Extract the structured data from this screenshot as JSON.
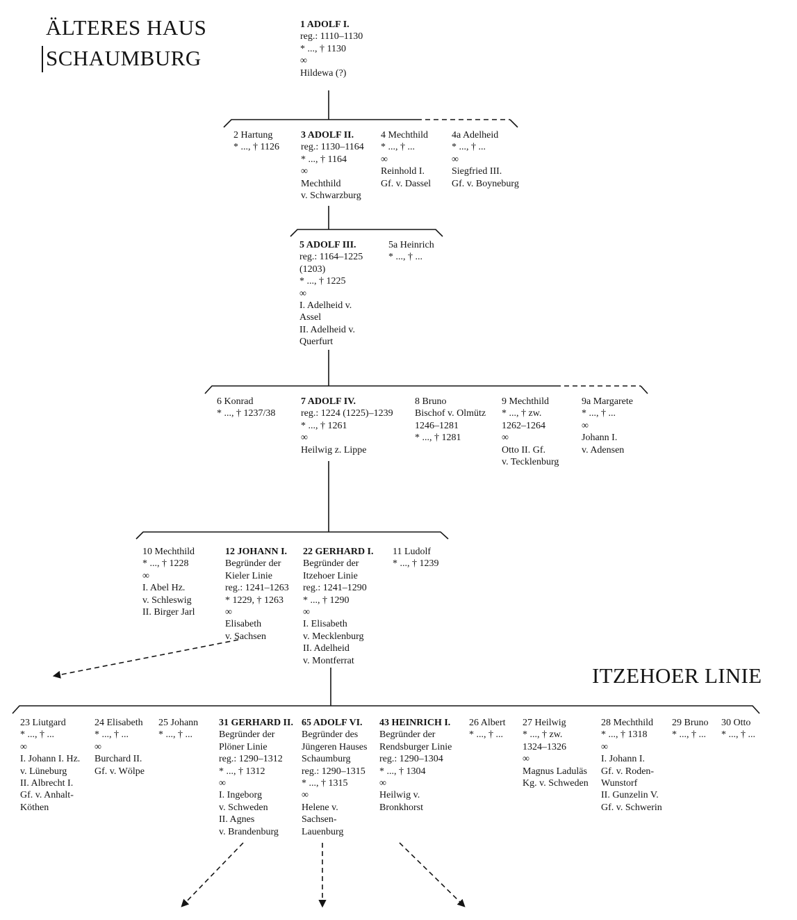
{
  "title": {
    "line1": "ÄLTERES HAUS",
    "line2": "SCHAUMBURG"
  },
  "section_title": "ITZEHOER LINIE",
  "people": [
    {
      "id": "p1",
      "name": "1 ADOLF I.",
      "ruler": true,
      "lines": [
        "reg.: 1110–1130",
        "* ..., † 1130",
        "∞",
        "Hildewa (?)"
      ]
    },
    {
      "id": "p2",
      "name": "2 Hartung",
      "ruler": false,
      "lines": [
        "* ..., † 1126"
      ]
    },
    {
      "id": "p3",
      "name": "3 ADOLF II.",
      "ruler": true,
      "lines": [
        "reg.: 1130–1164",
        "* ..., † 1164",
        "∞",
        "Mechthild",
        "v. Schwarzburg"
      ]
    },
    {
      "id": "p4",
      "name": "4 Mechthild",
      "ruler": false,
      "lines": [
        "* ..., † ...",
        "∞",
        "Reinhold I.",
        "Gf. v. Dassel"
      ]
    },
    {
      "id": "p4a",
      "name": "4a Adelheid",
      "ruler": false,
      "lines": [
        "* ..., † ...",
        "∞",
        "Siegfried III.",
        "Gf. v. Boyneburg"
      ]
    },
    {
      "id": "p5",
      "name": "5 ADOLF III.",
      "ruler": true,
      "lines": [
        "reg.: 1164–1225",
        "(1203)",
        "* ..., † 1225",
        "∞",
        "I. Adelheid v.",
        "Assel",
        "II. Adelheid v.",
        "Querfurt"
      ]
    },
    {
      "id": "p5a",
      "name": "5a Heinrich",
      "ruler": false,
      "lines": [
        "* ..., † ..."
      ]
    },
    {
      "id": "p6",
      "name": "6 Konrad",
      "ruler": false,
      "lines": [
        "* ..., † 1237/38"
      ]
    },
    {
      "id": "p7",
      "name": "7 ADOLF IV.",
      "ruler": true,
      "lines": [
        "reg.: 1224 (1225)–1239",
        "* ..., † 1261",
        "∞",
        "Heilwig z. Lippe"
      ]
    },
    {
      "id": "p8",
      "name": "8 Bruno",
      "ruler": false,
      "lines": [
        "Bischof v. Olmütz",
        "1246–1281",
        "* ..., † 1281"
      ]
    },
    {
      "id": "p9",
      "name": "9 Mechthild",
      "ruler": false,
      "lines": [
        "* ..., † zw.",
        "1262–1264",
        "∞",
        "Otto II. Gf.",
        "v. Tecklenburg"
      ]
    },
    {
      "id": "p9a",
      "name": "9a Margarete",
      "ruler": false,
      "lines": [
        "* ..., † ...",
        "∞",
        "Johann I.",
        "v. Adensen"
      ]
    },
    {
      "id": "p10",
      "name": "10 Mechthild",
      "ruler": false,
      "lines": [
        "* ..., † 1228",
        "∞",
        "I. Abel Hz.",
        "v. Schleswig",
        "II. Birger Jarl"
      ]
    },
    {
      "id": "p12",
      "name": "12 JOHANN I.",
      "ruler": true,
      "lines": [
        "Begründer der",
        "Kieler Linie",
        "reg.: 1241–1263",
        "* 1229, † 1263",
        "∞",
        "Elisabeth",
        "v. Sachsen"
      ]
    },
    {
      "id": "p22",
      "name": "22 GERHARD I.",
      "ruler": true,
      "lines": [
        "Begründer der",
        "Itzehoer Linie",
        "reg.: 1241–1290",
        "* ..., † 1290",
        "∞",
        "I. Elisabeth",
        "v. Mecklenburg",
        "II. Adelheid",
        "v. Montferrat"
      ]
    },
    {
      "id": "p11",
      "name": "11 Ludolf",
      "ruler": false,
      "lines": [
        "* ..., † 1239"
      ]
    },
    {
      "id": "p23",
      "name": "23 Liutgard",
      "ruler": false,
      "lines": [
        "* ..., † ...",
        "∞",
        "I. Johann I. Hz.",
        "v. Lüneburg",
        "II. Albrecht I.",
        "Gf. v. Anhalt-",
        "Köthen"
      ]
    },
    {
      "id": "p24",
      "name": "24 Elisabeth",
      "ruler": false,
      "lines": [
        "* ..., † ...",
        "∞",
        "Burchard II.",
        "Gf. v. Wölpe"
      ]
    },
    {
      "id": "p25",
      "name": "25 Johann",
      "ruler": false,
      "lines": [
        "* ..., † ..."
      ]
    },
    {
      "id": "p31",
      "name": "31 GERHARD II.",
      "ruler": true,
      "lines": [
        "Begründer der",
        "Plöner Linie",
        "reg.: 1290–1312",
        "* ..., † 1312",
        "∞",
        "I. Ingeborg",
        "v. Schweden",
        "II. Agnes",
        "v. Brandenburg"
      ]
    },
    {
      "id": "p65",
      "name": "65 ADOLF VI.",
      "ruler": true,
      "lines": [
        "Begründer des",
        "Jüngeren Hauses",
        "Schaumburg",
        "reg.: 1290–1315",
        "* ..., † 1315",
        "∞",
        "Helene v.",
        "Sachsen-",
        "Lauenburg"
      ]
    },
    {
      "id": "p43",
      "name": "43 HEINRICH I.",
      "ruler": true,
      "lines": [
        "Begründer der",
        "Rendsburger Linie",
        "reg.: 1290–1304",
        "* ..., † 1304",
        "∞",
        "Heilwig v.",
        "Bronkhorst"
      ]
    },
    {
      "id": "p26",
      "name": "26 Albert",
      "ruler": false,
      "lines": [
        "* ..., † ..."
      ]
    },
    {
      "id": "p27",
      "name": "27 Heilwig",
      "ruler": false,
      "lines": [
        "* ..., † zw.",
        "1324–1326",
        "∞",
        "Magnus Laduläs",
        "Kg. v. Schweden"
      ]
    },
    {
      "id": "p28",
      "name": "28 Mechthild",
      "ruler": false,
      "lines": [
        "* ..., † 1318",
        "∞",
        "I. Johann I.",
        "Gf. v. Roden-",
        "Wunstorf",
        "II. Gunzelin V.",
        "Gf. v. Schwerin"
      ]
    },
    {
      "id": "p29",
      "name": "29 Bruno",
      "ruler": false,
      "lines": [
        "* ..., † ..."
      ]
    },
    {
      "id": "p30",
      "name": "30 Otto",
      "ruler": false,
      "lines": [
        "* ..., † ..."
      ]
    }
  ]
}
